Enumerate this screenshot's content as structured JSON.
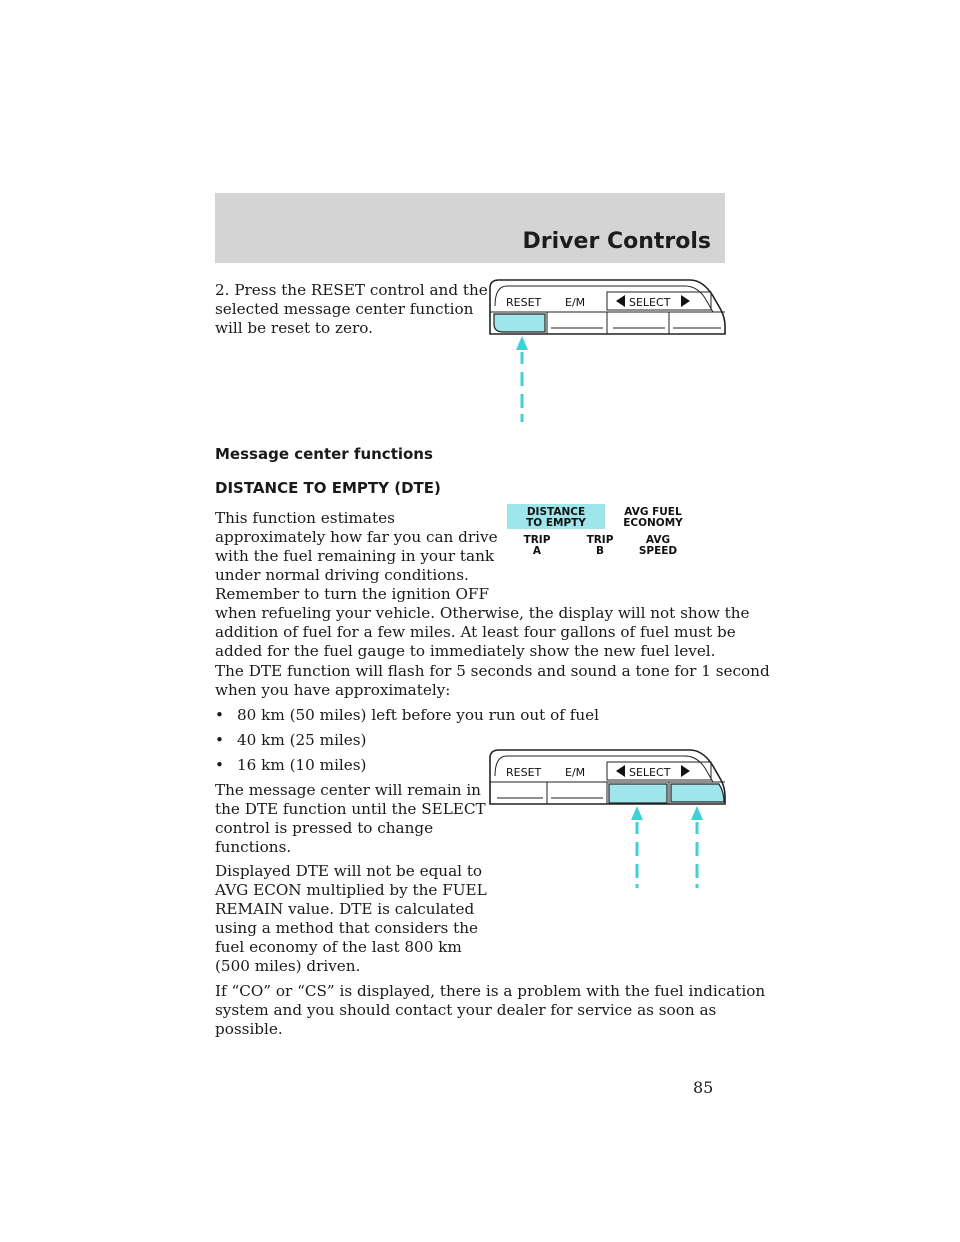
{
  "header": {
    "section_title": "Driver Controls"
  },
  "step2": {
    "lines": [
      "2. Press the RESET control and the",
      "selected message center function",
      "will be reset to zero."
    ]
  },
  "button_bar": {
    "reset": "RESET",
    "em": "E/M",
    "select": "SELECT"
  },
  "headings": {
    "functions": "Message center functions",
    "dte": "DISTANCE TO EMPTY (DTE)"
  },
  "dte_intro": {
    "lines": [
      "This function estimates",
      "approximately how far you can drive",
      "with the fuel remaining in your tank",
      "under normal driving conditions.",
      "Remember to turn the ignition OFF",
      "when refueling your vehicle. Otherwise, the display will not show the",
      "addition of fuel for a few miles. At least four gallons of fuel must be",
      "added for the fuel gauge to immediately show the new fuel level."
    ]
  },
  "display_panel": {
    "dte_l1": "DISTANCE",
    "dte_l2": "TO EMPTY",
    "avg_fuel_l1": "AVG FUEL",
    "avg_fuel_l2": "ECONOMY",
    "trip_a_l1": "TRIP",
    "trip_a_l2": "A",
    "trip_b_l1": "TRIP",
    "trip_b_l2": "B",
    "avg_speed_l1": "AVG",
    "avg_speed_l2": "SPEED"
  },
  "flash": {
    "lines": [
      "The DTE function will flash for 5 seconds and sound a tone for 1 second",
      "when you have approximately:"
    ]
  },
  "bullets": [
    "80 km (50 miles) left before you run out of fuel",
    "40 km (25 miles)",
    "16 km (10 miles)"
  ],
  "remain": {
    "lines": [
      "The message center will remain in",
      "the DTE function until the SELECT",
      "control is pressed to change",
      "functions."
    ]
  },
  "displayed": {
    "lines": [
      "Displayed DTE will not be equal to",
      "AVG ECON multiplied by the FUEL",
      "REMAIN value. DTE is calculated",
      "using a method that considers the",
      "fuel economy of the last 800 km",
      "(500 miles) driven."
    ]
  },
  "co_cs": {
    "lines": [
      "If “CO” or “CS” is displayed, there is a problem with the fuel indication",
      "system and you should contact your dealer for service as soon as",
      "possible."
    ]
  },
  "page_number": "85",
  "colors": {
    "highlight": "#9fe5ec",
    "arrow": "#3fd0d8",
    "header_band": "#d4d4d4"
  }
}
